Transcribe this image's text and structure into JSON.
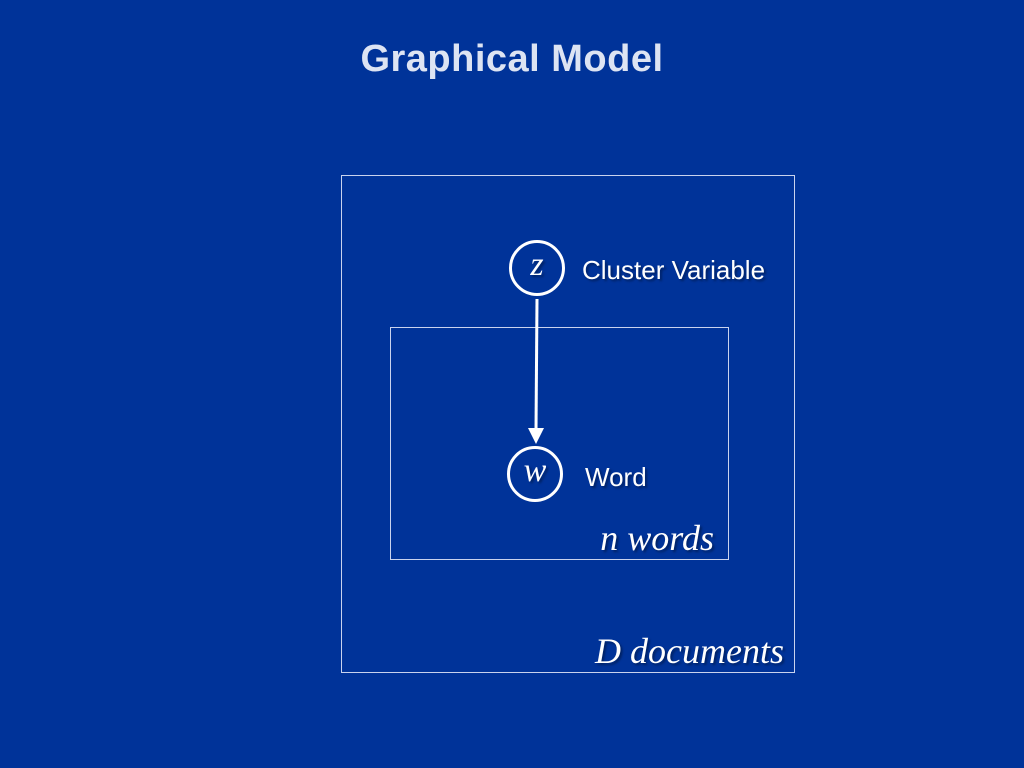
{
  "slide": {
    "title": "Graphical Model"
  },
  "diagram": {
    "nodes": [
      {
        "id": "z",
        "symbol": "z",
        "label": "Cluster Variable"
      },
      {
        "id": "w",
        "symbol": "w",
        "label": "Word"
      }
    ],
    "edges": [
      {
        "from": "z",
        "to": "w"
      }
    ],
    "plates": [
      {
        "id": "documents",
        "label": "D documents"
      },
      {
        "id": "words",
        "label": "n words"
      }
    ]
  },
  "colors": {
    "background": "#003399",
    "title": "#dde4f3",
    "foreground": "#ffffff",
    "plate_border": "#c9d3ee"
  }
}
